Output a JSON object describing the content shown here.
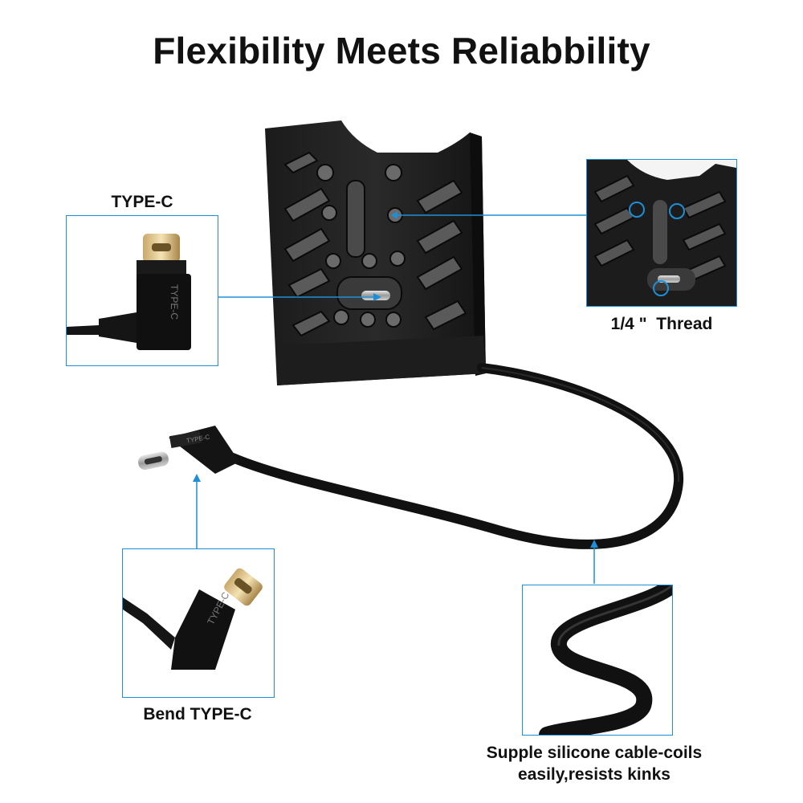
{
  "page": {
    "title": "Flexibility Meets Reliabbility",
    "accent_color": "#1e8fd6"
  },
  "callouts": {
    "type_c": {
      "label": "TYPE-C"
    },
    "thread": {
      "label": "1/4 \"  Thread"
    },
    "bend_type_c": {
      "label": "Bend TYPE-C"
    },
    "cable": {
      "label_line1": "Supple silicone cable-coils",
      "label_line2": "easily,resists kinks"
    }
  },
  "connector_marking": "TYPE-C"
}
